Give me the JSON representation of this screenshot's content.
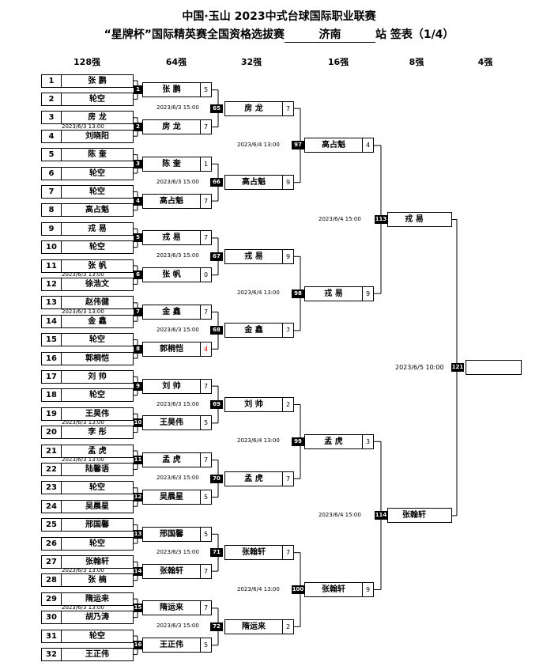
{
  "title_line1": "中国·玉山 2023中式台球国际职业联赛",
  "title_line2_pre": "“星牌杯”国际精英赛全国资格选拔赛",
  "station": "济南",
  "title_line2_post": "站  签表（1/4）",
  "round_headers": [
    "128强",
    "64强",
    "32强",
    "16强",
    "8强",
    "4强"
  ],
  "r128": [
    {
      "seed": "1",
      "name": "张 鹏"
    },
    {
      "seed": "2",
      "name": "轮空"
    },
    {
      "seed": "3",
      "name": "房 龙"
    },
    {
      "seed": "4",
      "name": "刘晓阳"
    },
    {
      "seed": "5",
      "name": "陈 奎"
    },
    {
      "seed": "6",
      "name": "轮空"
    },
    {
      "seed": "7",
      "name": "轮空"
    },
    {
      "seed": "8",
      "name": "高占魁"
    },
    {
      "seed": "9",
      "name": "戎 易"
    },
    {
      "seed": "10",
      "name": "轮空"
    },
    {
      "seed": "11",
      "name": "张 帆"
    },
    {
      "seed": "12",
      "name": "徐浩文"
    },
    {
      "seed": "13",
      "name": "赵伟健"
    },
    {
      "seed": "14",
      "name": "金 鑫"
    },
    {
      "seed": "15",
      "name": "轮空"
    },
    {
      "seed": "16",
      "name": "郭桐恺"
    },
    {
      "seed": "17",
      "name": "刘 帅"
    },
    {
      "seed": "18",
      "name": "轮空"
    },
    {
      "seed": "19",
      "name": "王昊伟"
    },
    {
      "seed": "20",
      "name": "李 彤"
    },
    {
      "seed": "21",
      "name": "孟 虎"
    },
    {
      "seed": "22",
      "name": "陆馨语"
    },
    {
      "seed": "23",
      "name": "轮空"
    },
    {
      "seed": "24",
      "name": "吴晨星"
    },
    {
      "seed": "25",
      "name": "邢国馨"
    },
    {
      "seed": "26",
      "name": "轮空"
    },
    {
      "seed": "27",
      "name": "张翰轩"
    },
    {
      "seed": "28",
      "name": "张 楠"
    },
    {
      "seed": "29",
      "name": "隋运来"
    },
    {
      "seed": "30",
      "name": "胡乃涛"
    },
    {
      "seed": "31",
      "name": "轮空"
    },
    {
      "seed": "32",
      "name": "王正伟"
    }
  ],
  "r128_times": [
    "",
    "2023/6/3 13:00",
    "",
    "",
    "",
    "2023/6/3 13:00",
    "2023/6/3 13:00",
    "",
    "",
    "2023/6/3 13:00",
    "2023/6/3 13:00",
    "",
    "",
    "2023/6/3 13:00",
    "2023/6/3 13:00",
    ""
  ],
  "r64": [
    {
      "no": "1",
      "name": "张 鹏",
      "score": "5"
    },
    {
      "no": "2",
      "name": "房 龙",
      "score": "7"
    },
    {
      "no": "3",
      "name": "陈 奎",
      "score": "1"
    },
    {
      "no": "4",
      "name": "高占魁",
      "score": "7"
    },
    {
      "no": "5",
      "name": "戎 易",
      "score": "7"
    },
    {
      "no": "6",
      "name": "张 帆",
      "score": "0"
    },
    {
      "no": "7",
      "name": "金 鑫",
      "score": "7"
    },
    {
      "no": "8",
      "name": "郭桐恺",
      "score": "4",
      "red": true
    },
    {
      "no": "9",
      "name": "刘 帅",
      "score": "7"
    },
    {
      "no": "10",
      "name": "王昊伟",
      "score": "5"
    },
    {
      "no": "11",
      "name": "孟 虎",
      "score": "7"
    },
    {
      "no": "12",
      "name": "吴晨星",
      "score": "5"
    },
    {
      "no": "13",
      "name": "邢国馨",
      "score": "5"
    },
    {
      "no": "14",
      "name": "张翰轩",
      "score": "7"
    },
    {
      "no": "15",
      "name": "隋运来",
      "score": "7"
    },
    {
      "no": "16",
      "name": "王正伟",
      "score": "5"
    }
  ],
  "r64_time": "2023/6/3 15:00",
  "r32": [
    {
      "no": "65",
      "name": "房 龙",
      "score": "7"
    },
    {
      "no": "66",
      "name": "高占魁",
      "score": "9"
    },
    {
      "no": "67",
      "name": "戎 易",
      "score": "9"
    },
    {
      "no": "68",
      "name": "金 鑫",
      "score": "7"
    },
    {
      "no": "69",
      "name": "刘 帅",
      "score": "2"
    },
    {
      "no": "70",
      "name": "孟 虎",
      "score": "7"
    },
    {
      "no": "71",
      "name": "张翰轩",
      "score": "7"
    },
    {
      "no": "72",
      "name": "隋运来",
      "score": "2"
    }
  ],
  "r32_time": "2023/6/4 13:00",
  "r16": [
    {
      "no": "97",
      "name": "高占魁",
      "score": "4"
    },
    {
      "no": "98",
      "name": "戎 易",
      "score": "9"
    },
    {
      "no": "99",
      "name": "孟 虎",
      "score": "3"
    },
    {
      "no": "100",
      "name": "张翰轩",
      "score": "9"
    }
  ],
  "r16_time": "2023/6/4 15:00",
  "r8": [
    {
      "no": "113",
      "name": "戎 易"
    },
    {
      "no": "114",
      "name": "张翰轩"
    }
  ],
  "r4": {
    "no": "121",
    "name": ""
  },
  "r4_time": "2023/6/5 10:00"
}
